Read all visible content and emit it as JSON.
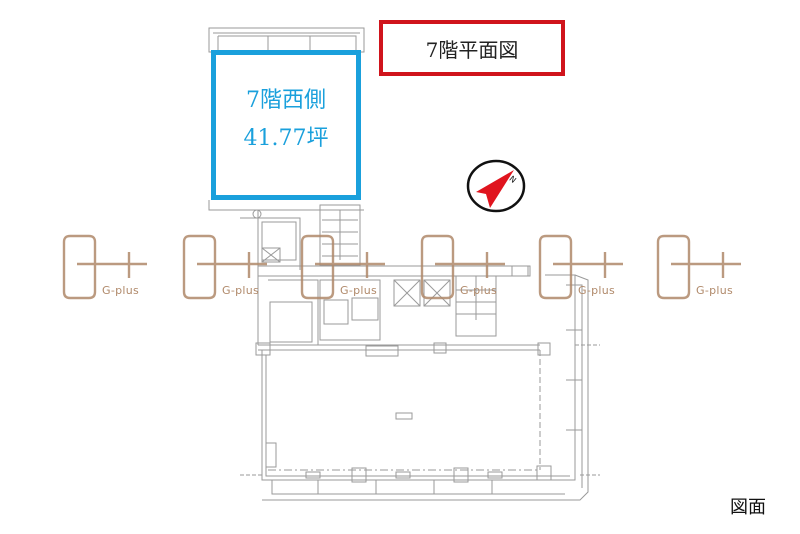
{
  "title": "7階平面図",
  "area_label": {
    "line1": "7階西側",
    "line2": "41.77坪"
  },
  "caption": "図面",
  "watermark": {
    "text": "G-plus",
    "positions_x": [
      62,
      182,
      300,
      420,
      538,
      656
    ]
  },
  "compass": {
    "label": "N",
    "arrow_color": "#e0141e"
  },
  "colors": {
    "title_border": "#d0141c",
    "area_border": "#1aa0dc",
    "area_text": "#1aa0dc",
    "watermark": "#b0896a",
    "plan_lines": "#9a9a9a"
  }
}
